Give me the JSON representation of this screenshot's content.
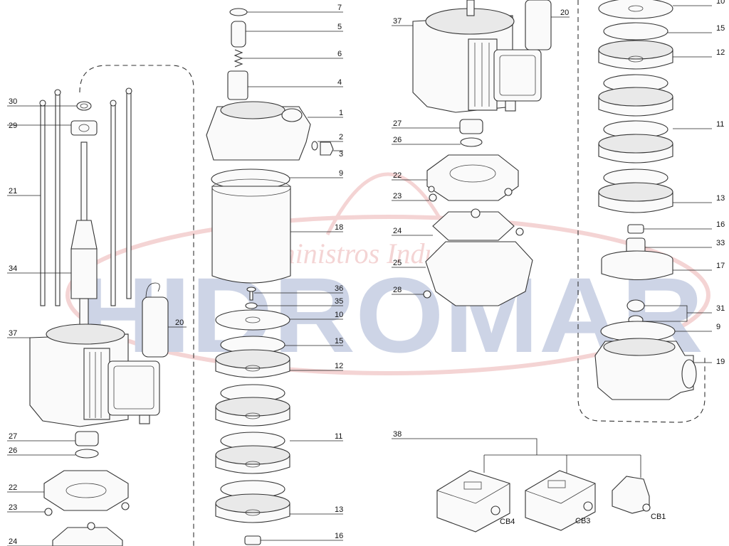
{
  "watermark": {
    "brand": "HIDROMAR",
    "tagline": "Suministros Industriales",
    "color_brand": "#1f3f8f",
    "color_tagline": "#d04040"
  },
  "diagram": {
    "line_color": "#333333",
    "label_color": "#111111"
  },
  "labels": {
    "p1": "1",
    "p2": "2",
    "p3": "3",
    "p4": "4",
    "p5": "5",
    "p6": "6",
    "p7": "7",
    "p9a": "9",
    "p9b": "9",
    "p10a": "10",
    "p10b": "10",
    "p11a": "11",
    "p11b": "11",
    "p12a": "12",
    "p12b": "12",
    "p13a": "13",
    "p13b": "13",
    "p15a": "15",
    "p15b": "15",
    "p16a": "16",
    "p16b": "16",
    "p17": "17",
    "p18": "18",
    "p19": "19",
    "p20a": "20",
    "p20b": "20",
    "p21": "21",
    "p22a": "22",
    "p22b": "22",
    "p23a": "23",
    "p23b": "23",
    "p24a": "24",
    "p24b": "24",
    "p25": "25",
    "p26a": "26",
    "p26b": "26",
    "p27a": "27",
    "p27b": "27",
    "p28": "28",
    "p29": "29",
    "p30": "30",
    "p31": "31",
    "p33": "33",
    "p34": "34",
    "p35": "35",
    "p36": "36",
    "p37a": "37",
    "p37b": "37",
    "p38": "38",
    "cb1": "CB1",
    "cb3": "CB3",
    "cb4": "CB4"
  }
}
